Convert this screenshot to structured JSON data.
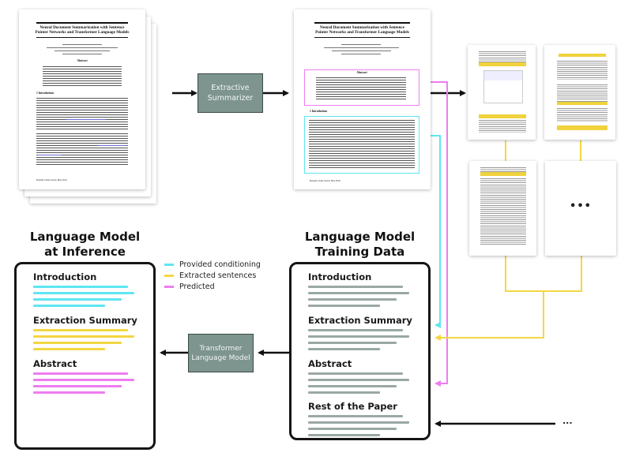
{
  "colors": {
    "conditioning": "#5ee6f2",
    "extracted": "#f2d743",
    "predicted": "#ee7cf0",
    "body_text": "#9aa8a5",
    "process_box": "#7d948f"
  },
  "paper": {
    "title_line1": "Neural Document Summarization with Sentence",
    "title_line2": "Pointer Networks and Transformer Language Models",
    "abstract_heading": "Abstract",
    "intro_heading": "1   Introduction",
    "footer": "Preprint. Under review. May 2019."
  },
  "process": {
    "extractive_summarizer": "Extractive Summarizer",
    "transformer_lm_line1": "Transformer",
    "transformer_lm_line2": "Language Model"
  },
  "inference": {
    "heading_line1": "Language Model",
    "heading_line2": "at Inference",
    "sections": [
      {
        "label": "Introduction",
        "role": "conditioning"
      },
      {
        "label": "Extraction Summary",
        "role": "extracted"
      },
      {
        "label": "Abstract",
        "role": "predicted"
      }
    ]
  },
  "training": {
    "heading_line1": "Language Model",
    "heading_line2": "Training Data",
    "sections": [
      {
        "label": "Introduction"
      },
      {
        "label": "Extraction Summary"
      },
      {
        "label": "Abstract"
      },
      {
        "label": "Rest of the Paper"
      }
    ]
  },
  "legend": [
    {
      "label": "Provided conditioning",
      "role": "conditioning"
    },
    {
      "label": "Extracted sentences",
      "role": "extracted"
    },
    {
      "label": "Predicted",
      "role": "predicted"
    }
  ],
  "more_pages_marker": "•••",
  "continuation_marker": "..."
}
